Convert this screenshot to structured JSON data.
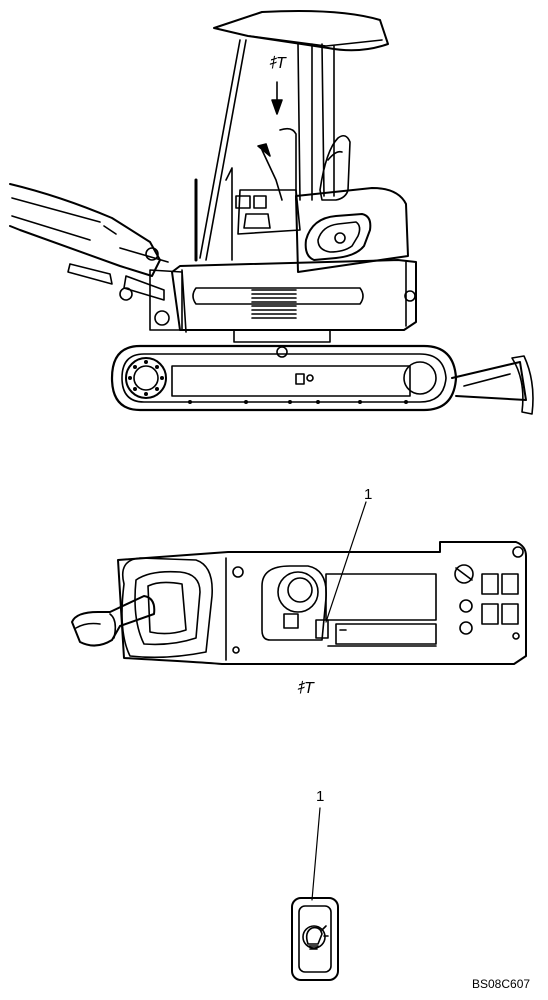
{
  "labels": {
    "view_top": "ｷT",
    "view_mid": "ｷT",
    "callout_mid": "1",
    "callout_bottom": "1",
    "drawing_code": "BS08C607"
  },
  "parts": {
    "excavator": "mini-excavator side view",
    "console": "operator console with joystick",
    "switch_cover": "indicator switch cover"
  }
}
